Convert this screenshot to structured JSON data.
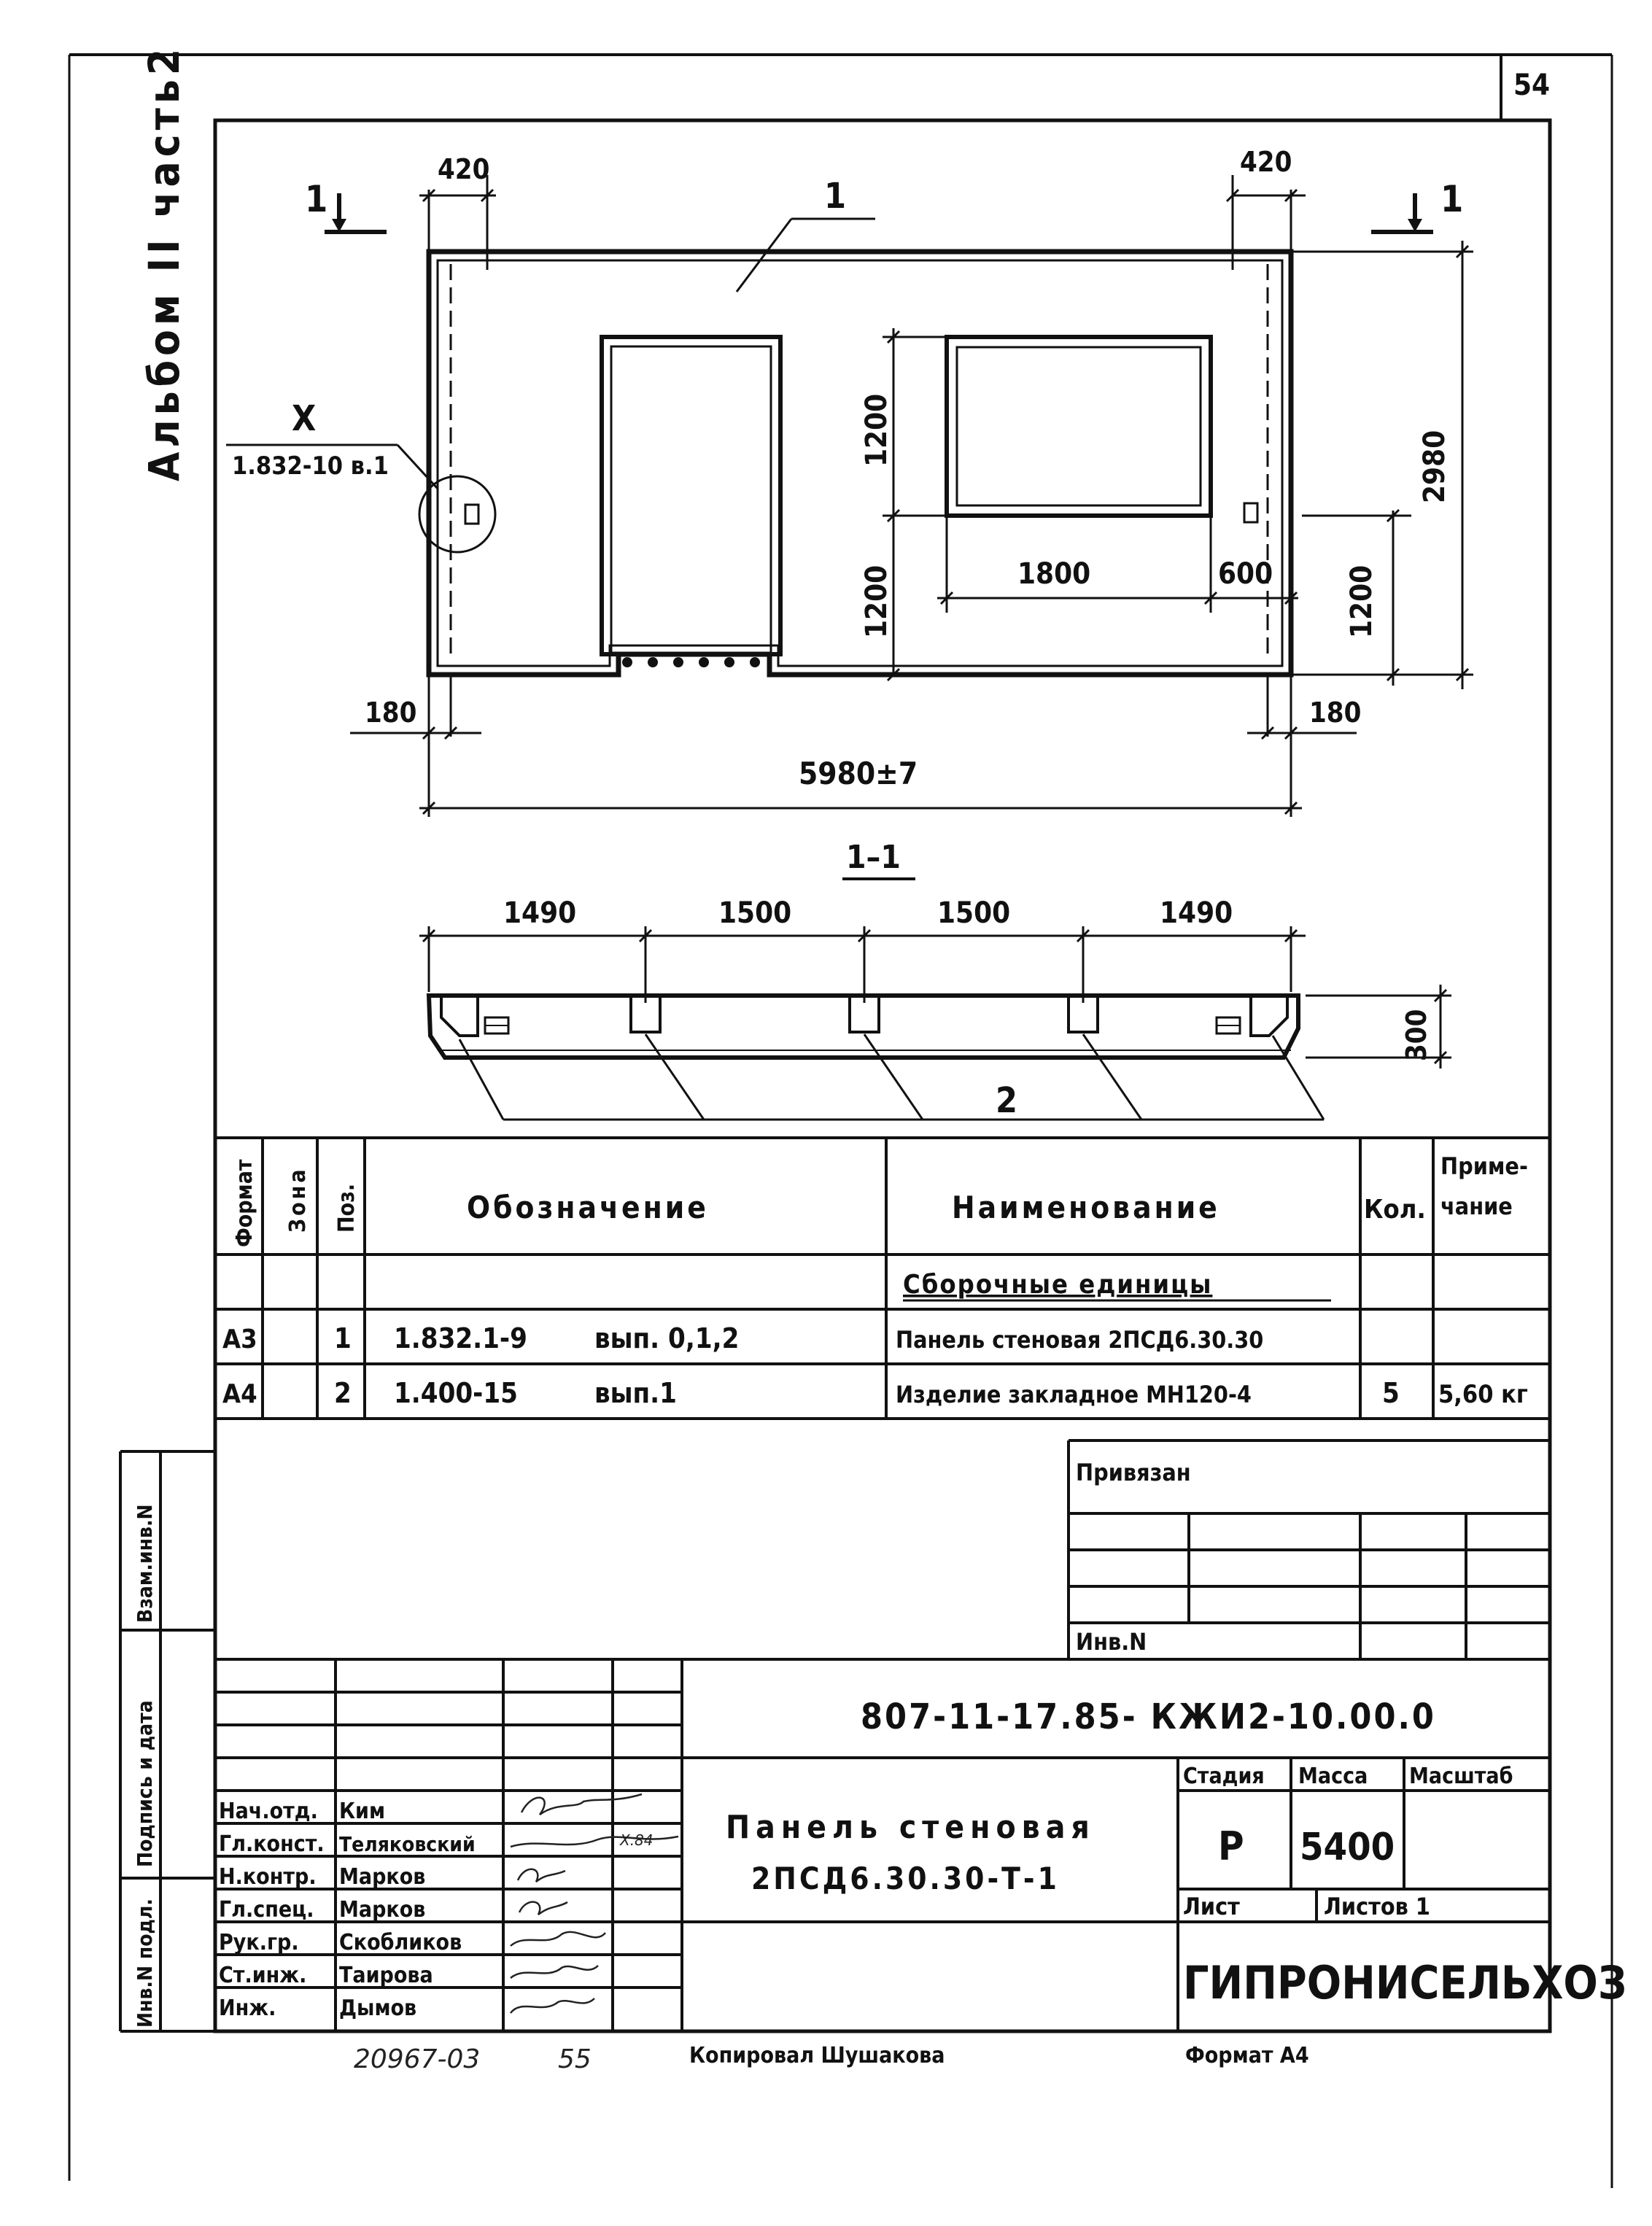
{
  "sheet_number": "54",
  "album_label": "Альбом II часть2",
  "drawing": {
    "section_mark_left": "1",
    "section_mark_right": "1",
    "callout_x": "X",
    "callout_ref": "1.832-10 в.1",
    "position_1": "1",
    "position_2": "2",
    "dims": {
      "top_left_420": "420",
      "top_right_420": "420",
      "height_2980": "2980",
      "window_h_1200": "1200",
      "sill_1200": "1200",
      "right_1200": "1200",
      "window_w_1800": "1800",
      "gap_600": "600",
      "left_180": "180",
      "right_180": "180",
      "total_width": "5980±7"
    },
    "section_title": "1–1",
    "section_dims": [
      "1490",
      "1500",
      "1500",
      "1490"
    ],
    "section_thickness": "300"
  },
  "spec_table": {
    "headers": {
      "format": "Формат",
      "zone": "Зона",
      "pos": "Поз.",
      "designation": "Обозначение",
      "name": "Наименование",
      "qty": "Кол.",
      "note_1": "Приме-",
      "note_2": "чание"
    },
    "group_title": "Сборочные единицы",
    "rows": [
      {
        "format": "А3",
        "pos": "1",
        "doc": "1.832.1-9",
        "issue": "вып. 0,1,2",
        "name": "Панель стеновая 2ПСД6.30.30",
        "qty": "",
        "note": ""
      },
      {
        "format": "А4",
        "pos": "2",
        "doc": "1.400-15",
        "issue": "вып.1",
        "name": "Изделие закладное МН120-4",
        "qty": "5",
        "note": "5,60 кг"
      }
    ]
  },
  "binding": {
    "label": "Привязан",
    "inv_label": "Инв.N"
  },
  "side_labels": {
    "vzam": "Взам.инв.N",
    "podpis": "Подпись и дата",
    "inv_podl": "Инв.N подл."
  },
  "title_block": {
    "code": "807-11-17.85- КЖИ2-10.00.0",
    "title_line1": "Панель стеновая",
    "title_line2": "2ПСД6.30.30-Т-1",
    "stage_label": "Стадия",
    "mass_label": "Масса",
    "scale_label": "Масштаб",
    "stage": "Р",
    "mass": "5400",
    "sheet_label": "Лист",
    "sheets_label": "Листов 1",
    "org": "ГИПРОНИСЕЛЬХОЗ",
    "staff": [
      {
        "role": "Нач.отд.",
        "name": "Ким"
      },
      {
        "role": "Гл.конст.",
        "name": "Теляковский"
      },
      {
        "role": "Н.контр.",
        "name": "Марков"
      },
      {
        "role": "Гл.спец.",
        "name": "Марков"
      },
      {
        "role": "Рук.гр.",
        "name": "Скобликов"
      },
      {
        "role": "Ст.инж.",
        "name": "Таирова"
      },
      {
        "role": "Инж.",
        "name": "Дымов"
      }
    ],
    "date_note": "Х.84"
  },
  "footer": {
    "number": "20967-03",
    "page": "55",
    "copied": "Копировал Шушакова",
    "format": "Формат А4"
  }
}
